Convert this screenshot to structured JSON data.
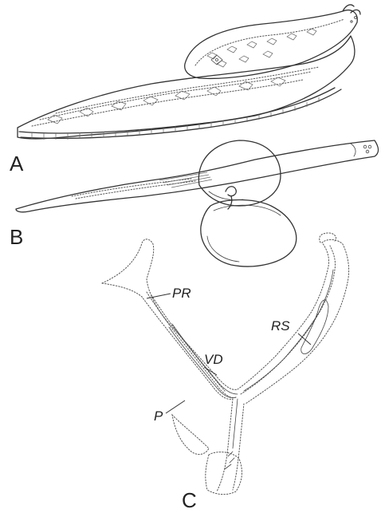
{
  "figure": {
    "panels": [
      {
        "id": "A",
        "label": "A"
      },
      {
        "id": "B",
        "label": "B"
      },
      {
        "id": "C",
        "label": "C"
      }
    ],
    "annotations": [
      {
        "id": "PR",
        "text": "PR"
      },
      {
        "id": "VD",
        "text": "VD"
      },
      {
        "id": "RS",
        "text": "RS"
      },
      {
        "id": "P",
        "text": "P"
      }
    ]
  }
}
